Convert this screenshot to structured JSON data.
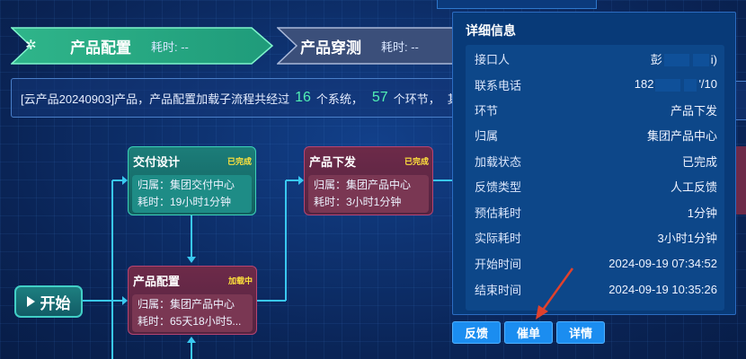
{
  "stages": [
    {
      "title": "产品配置",
      "time": "耗时: --"
    },
    {
      "title": "产品穿测",
      "time": "耗时: --"
    }
  ],
  "summary": {
    "prefix": "[云产品20240903]产品，产品配置加载子流程共经过",
    "systems_count": "16",
    "systems_unit": "个系统，",
    "nodes_count": "57",
    "nodes_unit": "个环节，",
    "tail": "其中"
  },
  "cards": [
    {
      "title": "交付设计",
      "status": "已完成",
      "owner": "归属：集团交付中心",
      "duration": "耗时：19小时1分钟"
    },
    {
      "title": "产品下发",
      "status": "已完成",
      "owner": "归属：集团产品中心",
      "duration": "耗时：3小时1分钟"
    },
    {
      "title": "产品配置",
      "status": "加载中",
      "owner": "归属：集团产品中心",
      "duration": "耗时：65天18小时5..."
    }
  ],
  "start_label": "开始",
  "detail": {
    "title": "详细信息",
    "rows": [
      {
        "key": "接口人",
        "value_a": "彭",
        "value_b": "i)"
      },
      {
        "key": "联系电话",
        "value_a": "182",
        "value_b": "'/10"
      },
      {
        "key": "环节",
        "value": "产品下发"
      },
      {
        "key": "归属",
        "value": "集团产品中心"
      },
      {
        "key": "加载状态",
        "value": "已完成"
      },
      {
        "key": "反馈类型",
        "value": "人工反馈"
      },
      {
        "key": "预估耗时",
        "value": "1分钟"
      },
      {
        "key": "实际耗时",
        "value": "3小时1分钟"
      },
      {
        "key": "开始时间",
        "value": "2024-09-19 07:34:52"
      },
      {
        "key": "结束时间",
        "value": "2024-09-19 10:35:26"
      }
    ]
  },
  "actions": {
    "feedback": "反馈",
    "urge": "催单",
    "details": "详情"
  },
  "colors": {
    "accent": "#3dd6a8",
    "status_yellow": "#ffe23c",
    "button": "#1b8df0",
    "arrow": "#e0412c"
  }
}
